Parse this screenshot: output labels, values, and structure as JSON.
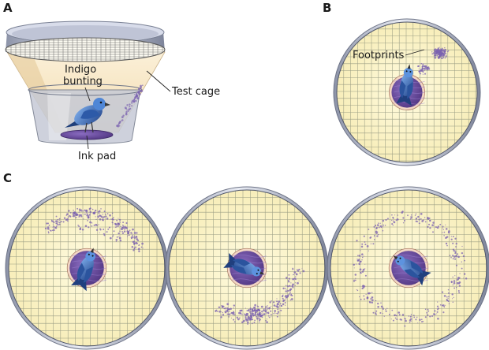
{
  "panels": {
    "a": {
      "letter": "A",
      "labels": {
        "bird": [
          "Indigo",
          "bunting"
        ],
        "cage": "Test cage",
        "pad": "Ink pad"
      }
    },
    "b": {
      "letter": "B",
      "labels": {
        "prints": "Footprints"
      }
    },
    "c": {
      "letter": "C"
    }
  },
  "colors": {
    "cage_fill": "#fcf4c9",
    "grid": "#8a8f7a",
    "rim": "#9aa0b0",
    "ink": "#7b62b0",
    "pad": "#6b4c9a",
    "bird": "#3f74c4"
  }
}
